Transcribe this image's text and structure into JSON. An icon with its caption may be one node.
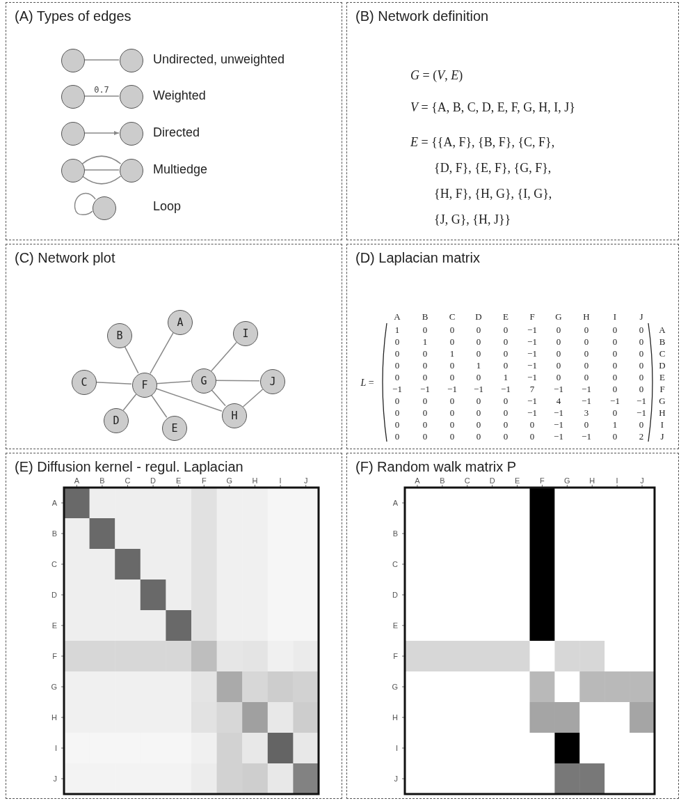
{
  "diagram": {
    "nodes": [
      {
        "text": [
          "(A) Types of edges"
        ]
      },
      {
        "text": [
          "(B) Network definition"
        ]
      },
      {
        "text": [
          "(C) Network plot"
        ]
      },
      {
        "text": [
          "(D) Laplacian matrix"
        ]
      },
      {
        "text": [
          "(E) Diffusion kernel - regul. Laplacian"
        ]
      },
      {
        "text": [
          "(F) Random walk matrix P"
        ]
      },
      {
        "text": [],
        "shape": "circle",
        "in": 0
      },
      {
        "text": [],
        "shape": "circle",
        "in": 0
      },
      {
        "text": [],
        "shape": "circle",
        "in": 0
      },
      {
        "text": [],
        "shape": "circle",
        "in": 0
      },
      {
        "text": [],
        "shape": "circle",
        "in": 0
      },
      {
        "text": [],
        "shape": "circle",
        "in": 0
      },
      {
        "text": [],
        "shape": "circle",
        "in": 0
      },
      {
        "text": [],
        "shape": "circle",
        "in": 0
      },
      {
        "text": [],
        "shape": "circle",
        "in": 0
      },
      {
        "text": [
          "A"
        ],
        "in": 2
      },
      {
        "text": [
          "B"
        ],
        "in": 2
      },
      {
        "text": [
          "C"
        ],
        "in": 2
      },
      {
        "text": [
          "D"
        ],
        "in": 2
      },
      {
        "text": [
          "E"
        ],
        "in": 2
      },
      {
        "text": [
          "F"
        ],
        "in": 2
      },
      {
        "text": [
          "G"
        ],
        "in": 2
      },
      {
        "text": [
          "H"
        ],
        "in": 2
      },
      {
        "text": [
          "I"
        ],
        "in": 2
      },
      {
        "text": [
          "J"
        ],
        "in": 2
      }
    ],
    "edges": [
      {
        "from": 6,
        "to": 7,
        "arrow": "none"
      },
      {
        "from": 8,
        "to": 9,
        "arrow": "none",
        "label": "0.7"
      },
      {
        "from": 10,
        "to": 11,
        "arrow": "to"
      },
      {
        "from": 12,
        "to": 13,
        "arrow": "none"
      },
      {
        "from": 12,
        "to": 13,
        "arrow": "none"
      },
      {
        "from": 12,
        "to": 13,
        "arrow": "none"
      },
      {
        "from": 14,
        "to": 14,
        "arrow": "none"
      },
      {
        "from": 15,
        "to": 20,
        "arrow": "none"
      },
      {
        "from": 16,
        "to": 20,
        "arrow": "none"
      },
      {
        "from": 17,
        "to": 20,
        "arrow": "none"
      },
      {
        "from": 18,
        "to": 20,
        "arrow": "none"
      },
      {
        "from": 19,
        "to": 20,
        "arrow": "none"
      },
      {
        "from": 21,
        "to": 20,
        "arrow": "none"
      },
      {
        "from": 22,
        "to": 20,
        "arrow": "none"
      },
      {
        "from": 22,
        "to": 21,
        "arrow": "none"
      },
      {
        "from": 23,
        "to": 21,
        "arrow": "none"
      },
      {
        "from": 24,
        "to": 21,
        "arrow": "none"
      },
      {
        "from": 22,
        "to": 24,
        "arrow": "none"
      }
    ],
    "labels": [
      "Undirected, unweighted",
      "Weighted",
      "Directed",
      "Multiedge",
      "Loop",
      "*G* = (*V*, *E*)",
      "*V* = {A, B, C, D, E, F, G, H, I, J}",
      "*E* = {{A, F}, {B, F}, {C, F}, {D, F}, {E, F}, {G, F}, {H, F}, {H, G}, {I, G}, {J, G}, {H, J}}",
      "*L* =",
      "A",
      "B",
      "C",
      "D",
      "E",
      "F",
      "G",
      "H",
      "I",
      "J",
      "1",
      "0",
      "0",
      "0",
      "0",
      "−1",
      "0",
      "0",
      "0",
      "0",
      "A",
      "0",
      "1",
      "0",
      "0",
      "0",
      "−1",
      "0",
      "0",
      "0",
      "0",
      "B",
      "0",
      "0",
      "1",
      "0",
      "0",
      "−1",
      "0",
      "0",
      "0",
      "0",
      "C",
      "0",
      "0",
      "0",
      "1",
      "0",
      "−1",
      "0",
      "0",
      "0",
      "0",
      "D",
      "0",
      "0",
      "0",
      "0",
      "1",
      "−1",
      "0",
      "0",
      "0",
      "0",
      "E",
      "−1",
      "−1",
      "−1",
      "−1",
      "−1",
      "7",
      "−1",
      "−1",
      "0",
      "0",
      "F",
      "0",
      "0",
      "0",
      "0",
      "0",
      "−1",
      "4",
      "−1",
      "−1",
      "−1",
      "G",
      "0",
      "0",
      "0",
      "0",
      "0",
      "−1",
      "−1",
      "3",
      "0",
      "−1",
      "H",
      "0",
      "0",
      "0",
      "0",
      "0",
      "0",
      "−1",
      "0",
      "1",
      "0",
      "I",
      "0",
      "0",
      "0",
      "0",
      "0",
      "0",
      "−1",
      "−1",
      "0",
      "2",
      "J",
      "A",
      "B",
      "C",
      "D",
      "E",
      "F",
      "G",
      "H",
      "I",
      "J",
      "A",
      "B",
      "C",
      "D",
      "E",
      "F",
      "G",
      "H",
      "I",
      "J",
      "A",
      "B",
      "C",
      "D",
      "E",
      "F",
      "G",
      "H",
      "I",
      "J",
      "A",
      "B",
      "C",
      "D",
      "E",
      "F",
      "G",
      "H",
      "I",
      "J"
    ]
  }
}
